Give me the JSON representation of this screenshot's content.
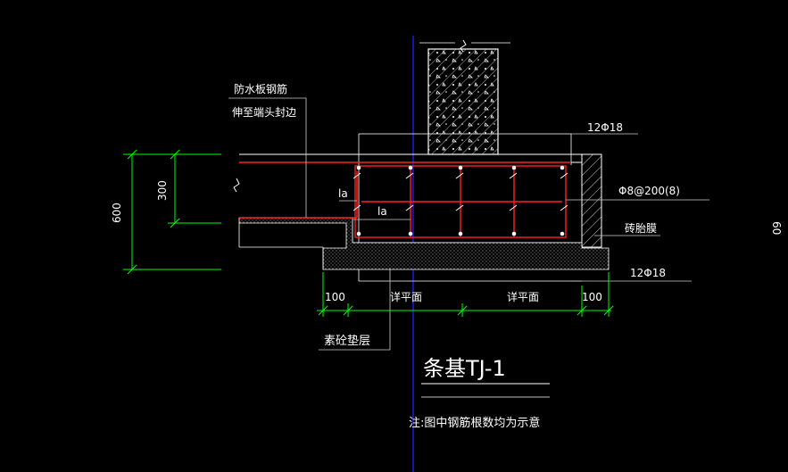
{
  "colors": {
    "background": "#000000",
    "line": "#ffffff",
    "rebar": "#ff2020",
    "dimension": "#00ff00",
    "axis": "#2020ff",
    "hatch": "#bbbbbb",
    "grid": "#888888"
  },
  "labels": {
    "waterproof_line1": "防水板钢筋",
    "waterproof_line2": "伸至端头封边",
    "top_rebar": "12Φ18",
    "stirrup": "Φ8@200(8)",
    "brick_mold": "砖胎膜",
    "bottom_rebar": "12Φ18",
    "la_1": "la",
    "la_2": "la",
    "cushion": "素砼垫层",
    "title": "条基TJ-1",
    "note": "注:图中钢筋根数均为示意",
    "edge_partial": "60"
  },
  "dimensions": {
    "d600": "600",
    "d300": "300",
    "d100_left": "100",
    "detail_left": "详平面",
    "detail_right": "详平面",
    "d100_right": "100"
  }
}
